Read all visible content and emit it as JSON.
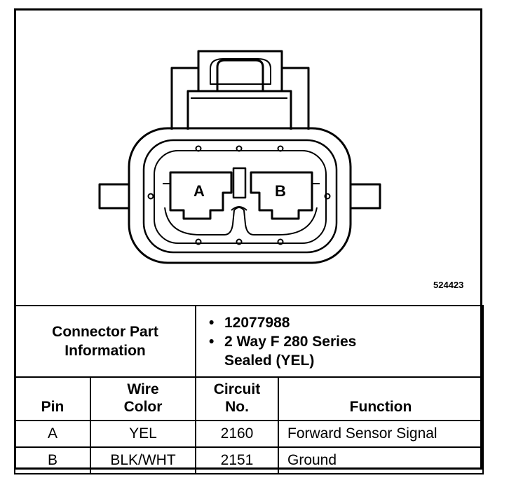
{
  "diagram": {
    "cavity_labels": [
      "A",
      "B"
    ],
    "figure_id": "524423"
  },
  "info": {
    "label_line1": "Connector Part",
    "label_line2": "Information",
    "items": [
      "12077988",
      "2 Way F 280 Series",
      "Sealed (YEL)"
    ]
  },
  "table": {
    "headers": {
      "pin": "Pin",
      "wire_line1": "Wire",
      "wire_line2": "Color",
      "circuit_line1": "Circuit",
      "circuit_line2": "No.",
      "function": "Function"
    },
    "rows": [
      {
        "pin": "A",
        "wire": "YEL",
        "circuit": "2160",
        "function": "Forward Sensor Signal"
      },
      {
        "pin": "B",
        "wire": "BLK/WHT",
        "circuit": "2151",
        "function": "Ground"
      }
    ]
  },
  "colors": {
    "line": "#000000",
    "background": "#ffffff"
  }
}
